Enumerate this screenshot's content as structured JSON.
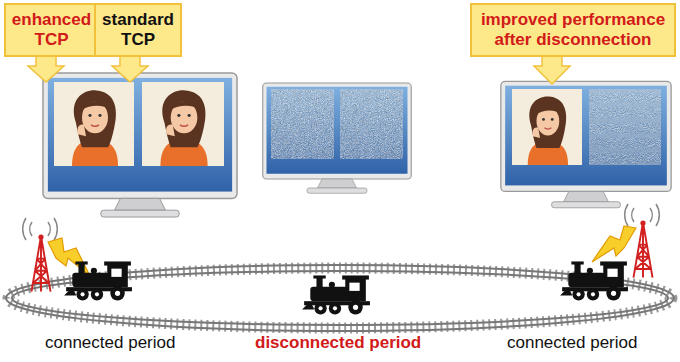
{
  "diagram": {
    "nodes": [
      {
        "text": [
          "enhanced TCP"
        ]
      },
      {
        "text": [
          "standard TCP"
        ]
      },
      {
        "text": [
          "improved performance after disconnection"
        ]
      }
    ],
    "labels": [
      "connected period",
      "disconnected period",
      "connected period"
    ]
  }
}
